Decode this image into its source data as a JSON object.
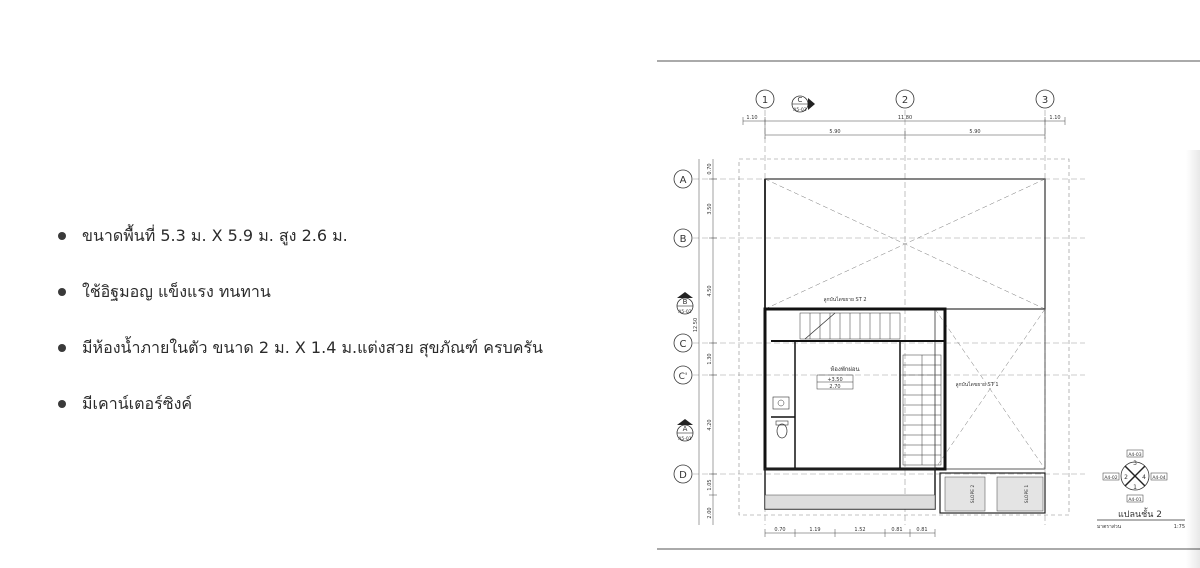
{
  "features": [
    "ขนาดพื้นที่ 5.3 ม. X 5.9 ม. สูง 2.6 ม.",
    "ใช้อิฐมอญ แข็งแรง ทนทาน",
    "มีห้องน้ำภายในตัว ขนาด 2 ม. X 1.4 ม.แต่งสวย สุขภัณฑ์ ครบครัน",
    "มีเคาน์เตอร์ซิงค์"
  ],
  "plan": {
    "column_grid": [
      "1",
      "2",
      "3"
    ],
    "row_grid": [
      "A",
      "B",
      "C",
      "C'",
      "D"
    ],
    "top_dims": [
      "1.10",
      "11.80",
      "1.10"
    ],
    "top_dims_inner": [
      "5.90",
      "5.90"
    ],
    "left_dims": [
      "0.70",
      "3.50",
      "4.50",
      "1.30",
      "4.20",
      "1.05",
      "2.00"
    ],
    "left_total": "12.50",
    "bottom_dims": [
      "0.70",
      "1.19",
      "1.52",
      "0.81",
      "0.81"
    ],
    "section_marks": [
      {
        "letter": "C",
        "ref": "A5-03"
      },
      {
        "letter": "B",
        "ref": "A5-02"
      },
      {
        "letter": "A",
        "ref": "A5-01"
      }
    ],
    "room_label": "ห้องพักผ่อน",
    "room_levels": [
      "+3.50",
      "2.70"
    ],
    "stair_label": "ลูกบันไดขยาย ST 2",
    "stair_label_2": "ลูกบันไดขยาย ST 1",
    "slope_labels": [
      "SLOPE 2",
      "SLOPE 1"
    ],
    "key_plan_numbers": [
      "3",
      "2",
      "4",
      "1"
    ],
    "key_plan_refs": [
      "A4-03",
      "A4-02",
      "A4-04",
      "A4-01"
    ],
    "title": "แปลนชั้น 2",
    "scale_label": "มาตราส่วน",
    "scale_value": "1:75"
  }
}
